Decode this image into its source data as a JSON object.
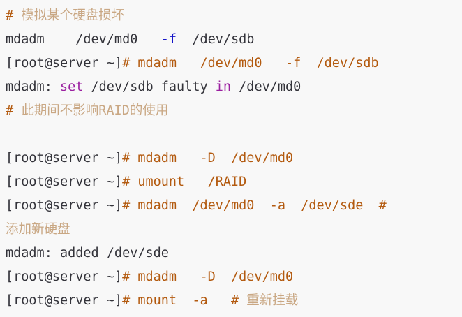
{
  "terminal": {
    "background_color": "#f8f8f8",
    "colors": {
      "plain": "#33333a",
      "command": "#b35a0f",
      "comment": "#c9a783",
      "keyword": "#9b1fa0",
      "flag": "#1414c8"
    },
    "prompt": "[root@server ~]",
    "lines": [
      {
        "index": 0,
        "type": "comment",
        "tokens": [
          {
            "text": "# ",
            "style": "hash"
          },
          {
            "text": "模拟某个硬盘损坏",
            "style": "comment"
          }
        ]
      },
      {
        "index": 1,
        "type": "command-bare",
        "tokens": [
          {
            "text": "mdadm    /dev/md0   ",
            "style": "plain"
          },
          {
            "text": "-f",
            "style": "flag"
          },
          {
            "text": "  /dev/sdb",
            "style": "plain"
          }
        ]
      },
      {
        "index": 2,
        "type": "prompt-command",
        "tokens": [
          {
            "text": "[root@server ~]",
            "style": "prompt"
          },
          {
            "text": "#",
            "style": "hash"
          },
          {
            "text": " mdadm   /dev/md0   -f  /dev/sdb",
            "style": "cmd"
          }
        ]
      },
      {
        "index": 3,
        "type": "output",
        "tokens": [
          {
            "text": "mdadm: ",
            "style": "plain"
          },
          {
            "text": "set",
            "style": "kw"
          },
          {
            "text": " /dev/sdb faulty ",
            "style": "plain"
          },
          {
            "text": "in",
            "style": "kw"
          },
          {
            "text": " /dev/md0",
            "style": "plain"
          }
        ]
      },
      {
        "index": 4,
        "type": "comment",
        "tokens": [
          {
            "text": "# ",
            "style": "hash"
          },
          {
            "text": "此期间不影响RAID的使用",
            "style": "comment"
          }
        ]
      },
      {
        "index": 5,
        "type": "blank",
        "tokens": []
      },
      {
        "index": 6,
        "type": "prompt-command",
        "tokens": [
          {
            "text": "[root@server ~]",
            "style": "prompt"
          },
          {
            "text": "#",
            "style": "hash"
          },
          {
            "text": " mdadm   -D  /dev/md0",
            "style": "cmd"
          }
        ]
      },
      {
        "index": 7,
        "type": "prompt-command",
        "tokens": [
          {
            "text": "[root@server ~]",
            "style": "prompt"
          },
          {
            "text": "#",
            "style": "hash"
          },
          {
            "text": " umount   /RAID",
            "style": "cmd"
          }
        ]
      },
      {
        "index": 8,
        "type": "prompt-command",
        "tokens": [
          {
            "text": "[root@server ~]",
            "style": "prompt"
          },
          {
            "text": "#",
            "style": "hash"
          },
          {
            "text": " mdadm  /dev/md0  -a  /dev/sde  ",
            "style": "cmd"
          },
          {
            "text": "#",
            "style": "hash"
          }
        ]
      },
      {
        "index": 9,
        "type": "comment-wrap",
        "tokens": [
          {
            "text": "添加新硬盘",
            "style": "comment"
          }
        ]
      },
      {
        "index": 10,
        "type": "output",
        "tokens": [
          {
            "text": "mdadm: added /dev/sde",
            "style": "plain"
          }
        ]
      },
      {
        "index": 11,
        "type": "prompt-command",
        "tokens": [
          {
            "text": "[root@server ~]",
            "style": "prompt"
          },
          {
            "text": "#",
            "style": "hash"
          },
          {
            "text": " mdadm   -D  /dev/md0",
            "style": "cmd"
          }
        ]
      },
      {
        "index": 12,
        "type": "prompt-command",
        "tokens": [
          {
            "text": "[root@server ~]",
            "style": "prompt"
          },
          {
            "text": "#",
            "style": "hash"
          },
          {
            "text": " mount  -a   ",
            "style": "cmd"
          },
          {
            "text": "# ",
            "style": "hash"
          },
          {
            "text": "重新挂载",
            "style": "comment"
          }
        ]
      }
    ]
  }
}
